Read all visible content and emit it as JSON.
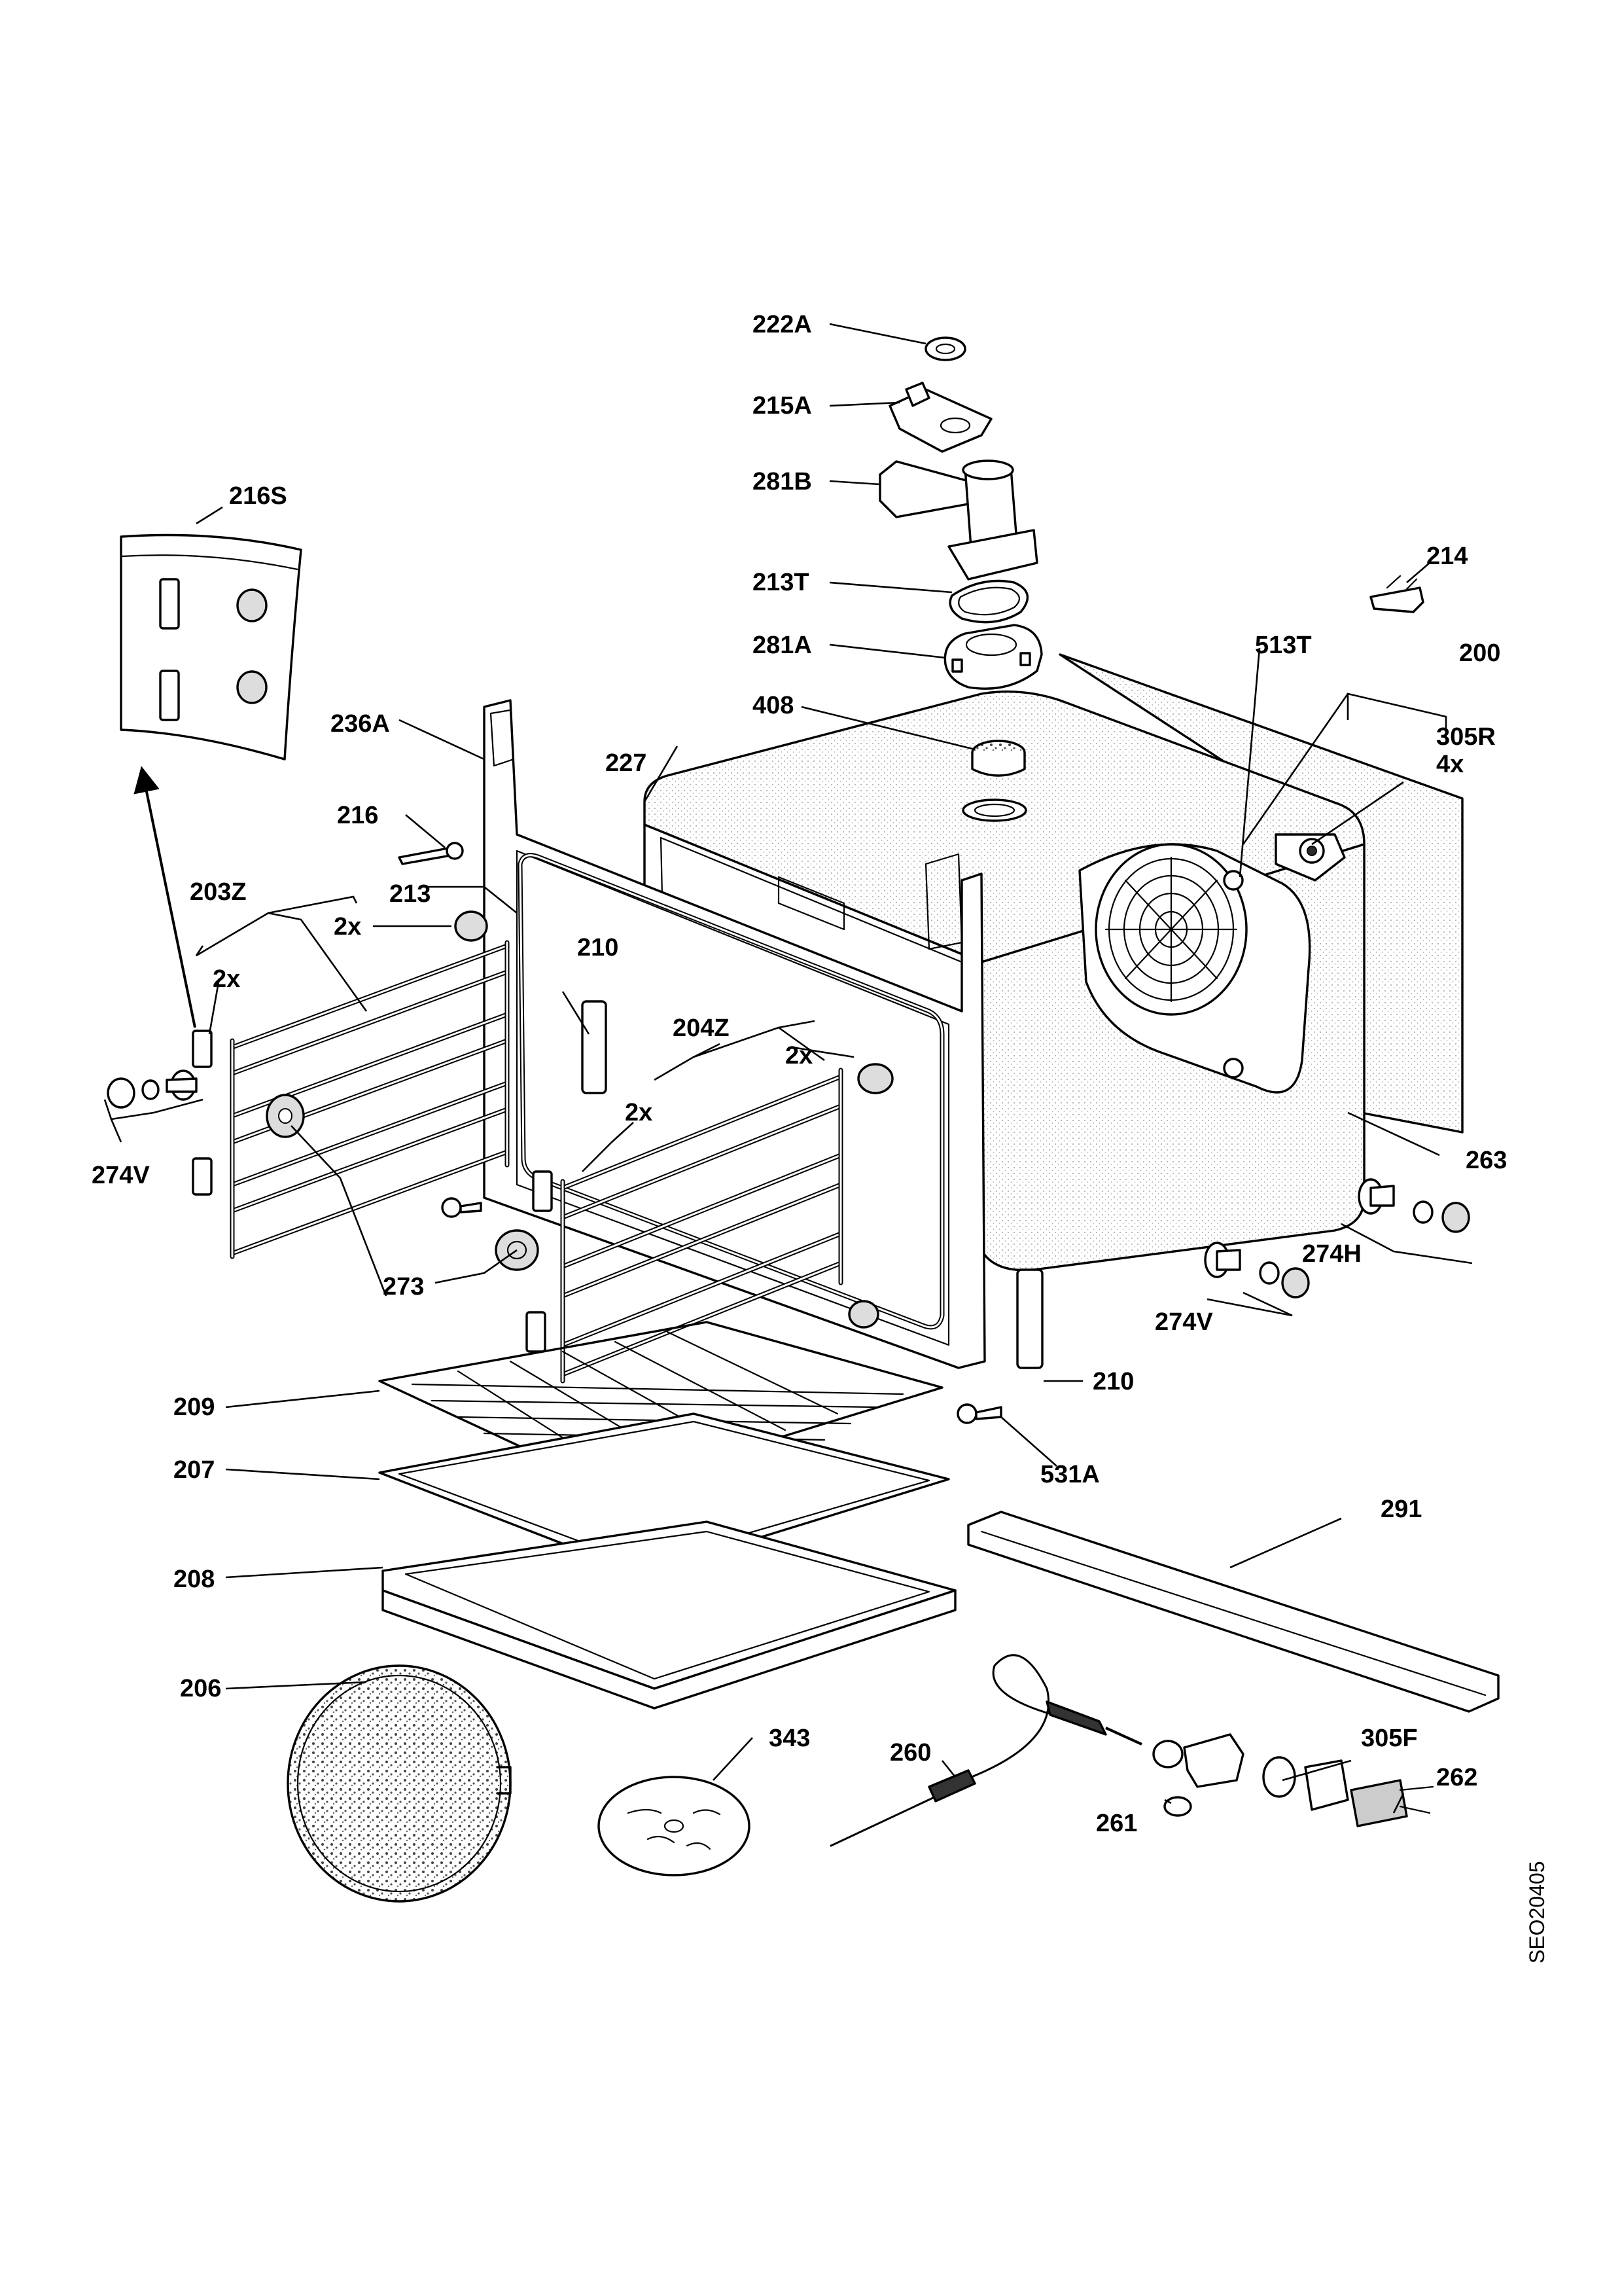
{
  "drawing_code": "SEO20405",
  "labels": {
    "l222A": "222A",
    "l215A": "215A",
    "l281B": "281B",
    "l213T": "213T",
    "l281A": "281A",
    "l408": "408",
    "l214": "214",
    "l513T": "513T",
    "l200": "200",
    "l305R": "305R",
    "l4x_fan": "4x",
    "l216S": "216S",
    "l236A": "236A",
    "l227": "227",
    "l216": "216",
    "l203Z": "203Z",
    "l213": "213",
    "l2x_a": "2x",
    "l210_top": "210",
    "l2x_b": "2x",
    "l204Z": "204Z",
    "l2x_c": "2x",
    "l2x_d": "2x",
    "l274V_left": "274V",
    "l263": "263",
    "l274H": "274H",
    "l274V_right": "274V",
    "l273": "273",
    "l210_bottom": "210",
    "l209": "209",
    "l531A": "531A",
    "l207": "207",
    "l291": "291",
    "l208": "208",
    "l206": "206",
    "l343": "343",
    "l260": "260",
    "l305F": "305F",
    "l262": "262",
    "l261": "261"
  }
}
